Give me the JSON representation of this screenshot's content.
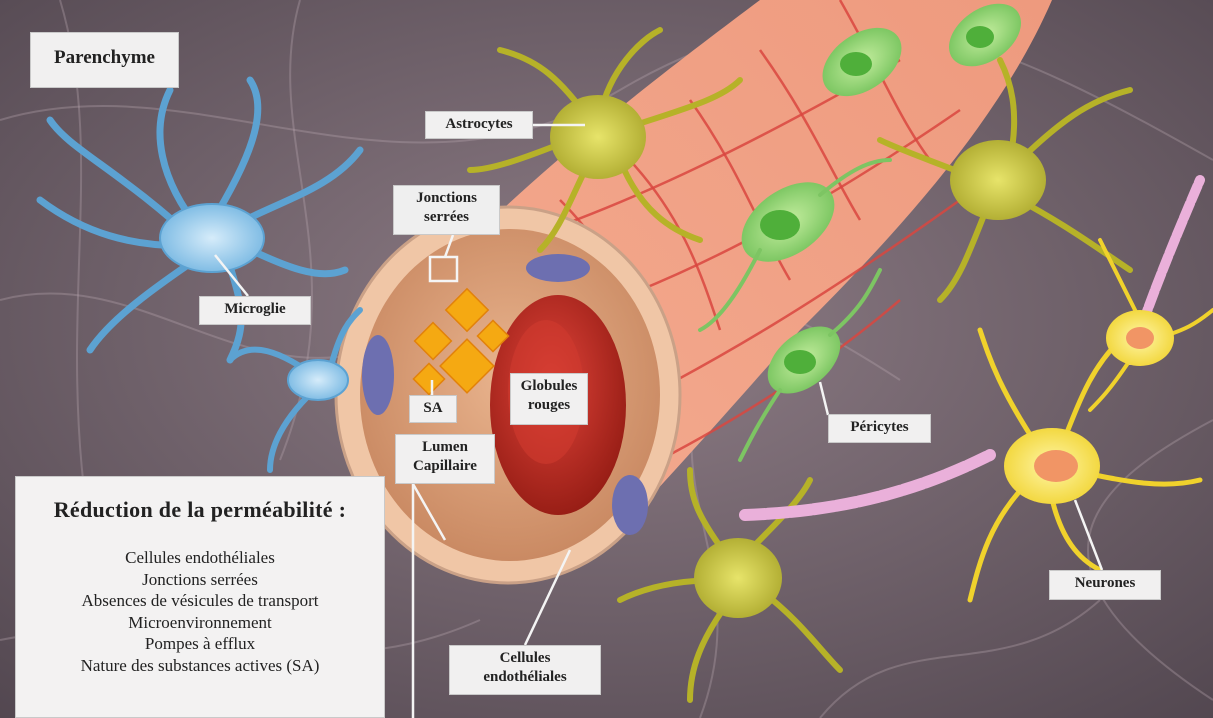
{
  "labels": {
    "parenchyme": "Parenchyme",
    "astrocytes": "Astrocytes",
    "jonctions": [
      "Jonctions",
      "serrées"
    ],
    "microglie": "Microglie",
    "sa": "SA",
    "globules": [
      "Globules",
      "rouges"
    ],
    "lumen": [
      "Lumen",
      "Capillaire"
    ],
    "pericytes": "Péricytes",
    "neurones": "Neurones",
    "cellules": [
      "Cellules",
      "endothéliales"
    ]
  },
  "reduction": {
    "title": "Réduction de la perméabilité :",
    "items": [
      "Cellules endothéliales",
      "Jonctions serrées",
      "Absences de vésicules de transport",
      "Microenvironnement",
      "Pompes à efflux",
      "Nature des substances actives (SA)"
    ]
  },
  "colors": {
    "background": "#6e5e66",
    "vessel": "#f2a58a",
    "vessel_lines": "#d9473f",
    "red_cell": "#c0281e",
    "microglia": "#8fc6e8",
    "astrocyte": "#c9c53a",
    "pericyte": "#8ed27a",
    "neuron": "#f6e04a",
    "substance": "#f5a912",
    "axon": "#eab0da"
  },
  "icons": [
    "microglia-cell-icon",
    "astrocyte-cell-icon",
    "pericyte-cell-icon",
    "neuron-cell-icon",
    "blood-vessel-icon",
    "red-blood-cell-icon",
    "substance-diamond-icon"
  ]
}
